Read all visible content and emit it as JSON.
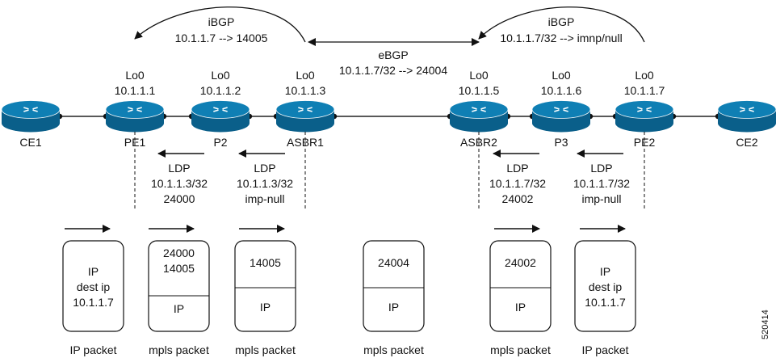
{
  "routers": [
    {
      "id": "CE1",
      "label": "CE1",
      "loopback": "",
      "ip": ""
    },
    {
      "id": "PE1",
      "label": "PE1",
      "loopback": "Lo0",
      "ip": "10.1.1.1"
    },
    {
      "id": "P2",
      "label": "P2",
      "loopback": "Lo0",
      "ip": "10.1.1.2"
    },
    {
      "id": "ASBR1",
      "label": "ASBR1",
      "loopback": "Lo0",
      "ip": "10.1.1.3"
    },
    {
      "id": "ASBR2",
      "label": "ASBR2",
      "loopback": "Lo0",
      "ip": "10.1.1.5"
    },
    {
      "id": "P3",
      "label": "P3",
      "loopback": "Lo0",
      "ip": "10.1.1.6"
    },
    {
      "id": "PE2",
      "label": "PE2",
      "loopback": "Lo0",
      "ip": "10.1.1.7"
    },
    {
      "id": "CE2",
      "label": "CE2",
      "loopback": "",
      "ip": ""
    }
  ],
  "sessions": {
    "ibgp_left": {
      "title": "iBGP",
      "detail": "10.1.1.7 --> 14005"
    },
    "ebgp": {
      "title": "eBGP",
      "detail": "10.1.1.7/32 --> 24004"
    },
    "ibgp_right": {
      "title": "iBGP",
      "detail": "10.1.1.7/32 --> imnp/null"
    }
  },
  "ldp": [
    {
      "title": "LDP",
      "prefix": "10.1.1.3/32",
      "label": "24000"
    },
    {
      "title": "LDP",
      "prefix": "10.1.1.3/32",
      "label": "imp-null"
    },
    {
      "title": "LDP",
      "prefix": "10.1.1.7/32",
      "label": "24002"
    },
    {
      "title": "LDP",
      "prefix": "10.1.1.7/32",
      "label": "imp-null"
    }
  ],
  "packets": [
    {
      "caption": "IP packet",
      "top": [
        "IP",
        "dest ip",
        "10.1.1.7"
      ],
      "bottom": ""
    },
    {
      "caption": "mpls packet",
      "top": [
        "24000",
        "14005"
      ],
      "bottom": "IP"
    },
    {
      "caption": "mpls packet",
      "top": [
        "14005"
      ],
      "bottom": "IP"
    },
    {
      "caption": "mpls packet",
      "top": [
        "24004"
      ],
      "bottom": "IP"
    },
    {
      "caption": "mpls packet",
      "top": [
        "24002"
      ],
      "bottom": "IP"
    },
    {
      "caption": "IP packet",
      "top": [
        "IP",
        "dest ip",
        "10.1.1.7"
      ],
      "bottom": ""
    }
  ],
  "figure_id": "520414",
  "colors": {
    "router_body": "#0f7fb4",
    "router_dark": "#0a5f8a",
    "line": "#222222"
  }
}
